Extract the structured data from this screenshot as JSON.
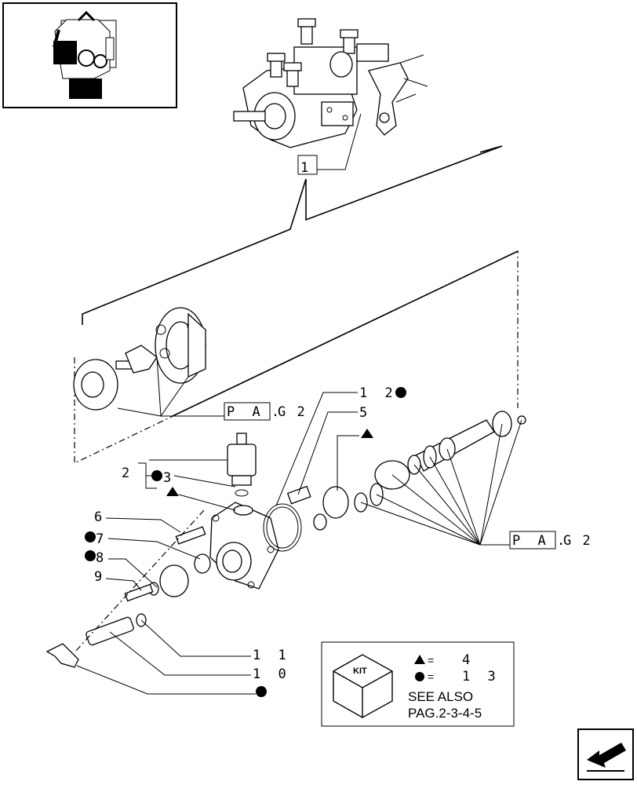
{
  "labels": {
    "ref_1": "1",
    "ref_2": "2",
    "ref_3": "3",
    "ref_5": "5",
    "ref_6": "6",
    "ref_7": "7",
    "ref_8": "8",
    "ref_9": "9",
    "ref_10": "1 0",
    "ref_11": "1 1",
    "ref_12": "1 2",
    "pag_upper_box": "P A G",
    "pag_upper_num": ". 2",
    "pag_lower_box": "P A G",
    "pag_lower_num": ". 2"
  },
  "legend": {
    "kit": "KIT",
    "triangle_eq": "=",
    "triangle_value": "4",
    "circle_eq": "=",
    "circle_value": "1 3",
    "see_also_line1": "SEE ALSO",
    "see_also_line2": "PAG.2-3-4-5"
  },
  "icons": {
    "thumbnail": "engine-thumbnail",
    "nav": "next-page-arrow-icon"
  },
  "colors": {
    "ink": "#000000",
    "paper": "#ffffff"
  }
}
